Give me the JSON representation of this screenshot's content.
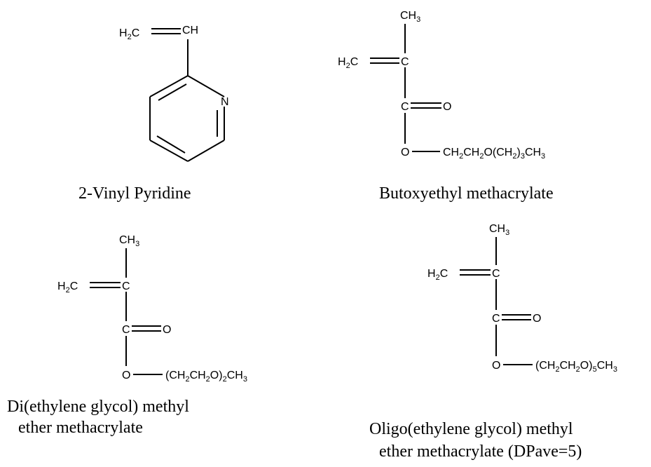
{
  "structures": [
    {
      "id": "vinyl-pyridine",
      "caption": "2-Vinyl Pyridine",
      "atoms": {
        "h2c": {
          "main": "H",
          "sub": "2",
          "tail": "C"
        },
        "ch": "CH",
        "n": "N"
      }
    },
    {
      "id": "butoxyethyl",
      "caption": "Butoxyethyl methacrylate",
      "atoms": {
        "ch3": {
          "main": "CH",
          "sub": "3"
        },
        "h2c": {
          "main": "H",
          "sub": "2",
          "tail": "C"
        },
        "c_alpha": "C",
        "c_carbonyl": "C",
        "o_carbonyl": "O",
        "o_ester": "O",
        "tail": {
          "p1": "CH",
          "s1": "2",
          "p2": "CH",
          "s2": "2",
          "p3": "O(CH",
          "s3": "2",
          "p4": ")",
          "s4": "3",
          "p5": "CH",
          "s5": "3"
        }
      }
    },
    {
      "id": "di-eg",
      "caption_line1": "Di(ethylene glycol) methyl",
      "caption_line2": "ether methacrylate",
      "atoms": {
        "ch3": {
          "main": "CH",
          "sub": "3"
        },
        "h2c": {
          "main": "H",
          "sub": "2",
          "tail": "C"
        },
        "c_alpha": "C",
        "c_carbonyl": "C",
        "o_carbonyl": "O",
        "o_ester": "O",
        "tail": {
          "p1": "(CH",
          "s1": "2",
          "p2": "CH",
          "s2": "2",
          "p3": "O)",
          "s3": "2",
          "p4": "CH",
          "s4": "3"
        }
      }
    },
    {
      "id": "oligo-eg",
      "caption_line1": "Oligo(ethylene glycol) methyl",
      "caption_line2": "ether methacrylate (DPave=5)",
      "atoms": {
        "ch3": {
          "main": "CH",
          "sub": "3"
        },
        "h2c": {
          "main": "H",
          "sub": "2",
          "tail": "C"
        },
        "c_alpha": "C",
        "c_carbonyl": "C",
        "o_carbonyl": "O",
        "o_ester": "O",
        "tail": {
          "p1": "(CH",
          "s1": "2",
          "p2": "CH",
          "s2": "2",
          "p3": "O)",
          "s3": "5",
          "p4": "CH",
          "s4": "3"
        }
      }
    }
  ]
}
